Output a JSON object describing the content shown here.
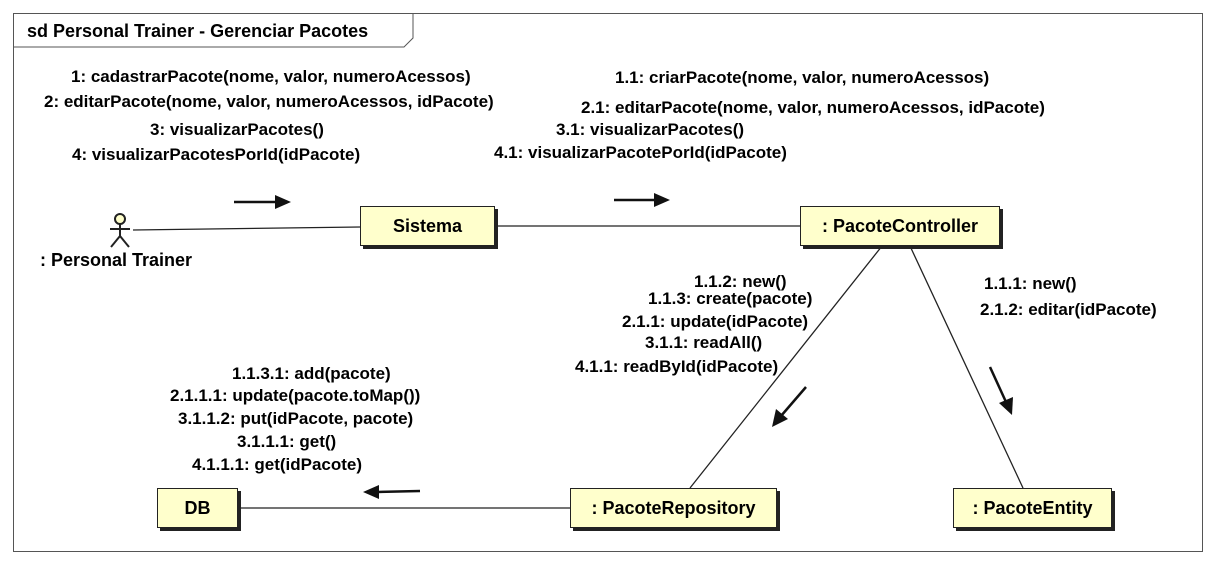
{
  "frame": {
    "title": "sd Personal Trainer - Gerenciar Pacotes"
  },
  "actor": {
    "label": ": Personal Trainer"
  },
  "objects": {
    "sistema": "Sistema",
    "pacote_controller": ": PacoteController",
    "pacote_repository": ": PacoteRepository",
    "pacote_entity": ": PacoteEntity",
    "db": "DB"
  },
  "messages": {
    "actor_to_sistema": [
      "1: cadastrarPacote(nome, valor, numeroAcessos)",
      "2: editarPacote(nome, valor, numeroAcessos, idPacote)",
      "3: visualizarPacotes()",
      "4: visualizarPacotesPorId(idPacote)"
    ],
    "sistema_to_controller": [
      "1.1: criarPacote(nome, valor, numeroAcessos)",
      "2.1: editarPacote(nome, valor, numeroAcessos, idPacote)",
      "3.1: visualizarPacotes()",
      "4.1: visualizarPacotePorId(idPacote)"
    ],
    "controller_to_repository": [
      "1.1.2: new()",
      "1.1.3: create(pacote)",
      "2.1.1: update(idPacote)",
      "3.1.1: readAll()",
      "4.1.1: readById(idPacote)"
    ],
    "controller_to_entity": [
      "1.1.1: new()",
      "2.1.2: editar(idPacote)"
    ],
    "repository_to_db": [
      "1.1.3.1: add(pacote)",
      "2.1.1.1: update(pacote.toMap())",
      "3.1.1.2: put(idPacote, pacote)",
      "3.1.1.1: get()",
      "4.1.1.1: get(idPacote)"
    ]
  }
}
